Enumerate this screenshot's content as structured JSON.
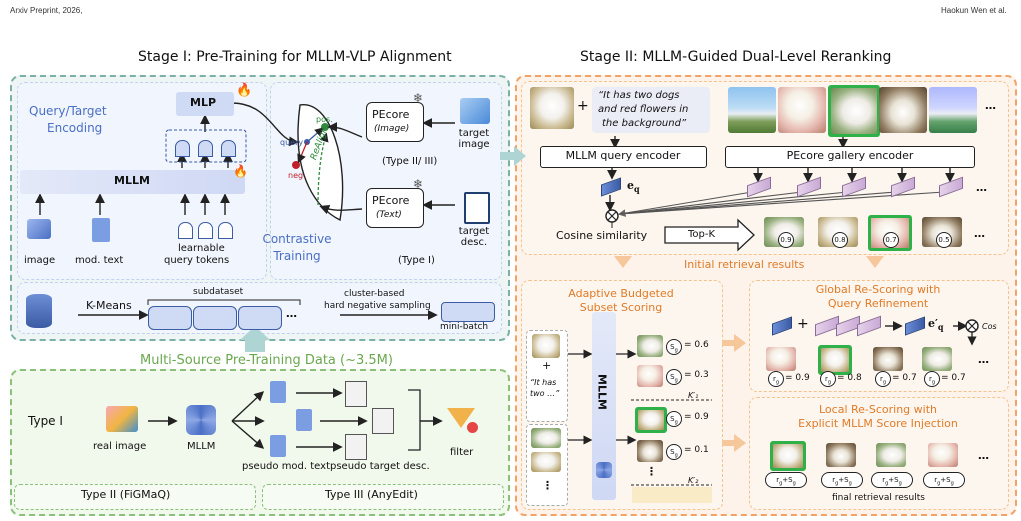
{
  "header": {
    "left": "Arxiv Preprint, 2026,",
    "right": "Haokun Wen et al."
  },
  "stage1": {
    "title": "Stage I: Pre-Training for MLLM-VLP Alignment",
    "encoding_title_line1": "Query/Target",
    "encoding_title_line2": "Encoding",
    "mlp": "MLP",
    "mllm": "MLLM",
    "input_image": "image",
    "input_text": "mod. text",
    "input_tokens_line1": "learnable",
    "input_tokens_line2": "query tokens",
    "query_label": "query",
    "pos_label": "pos.",
    "neg_label": "neg.",
    "realign_label": "ReAlign",
    "pecore_image_line1": "PEcore",
    "pecore_image_line2": "(Image)",
    "pecore_text_line1": "PEcore",
    "pecore_text_line2": "(Text)",
    "target_image_line1": "target",
    "target_image_line2": "image",
    "target_desc_line1": "target",
    "target_desc_line2": "desc.",
    "type23_label": "(Type II/ III)",
    "type1_label": "(Type I)",
    "contrastive_line1": "Contrastive",
    "contrastive_line2": "Training",
    "kmeans": "K-Means",
    "subdataset": "subdataset",
    "ellipsis": "…",
    "sampling_line1": "cluster-based",
    "sampling_line2": "hard negative sampling",
    "minibatch": "mini-batch"
  },
  "data_section": {
    "title": "Multi-Source Pre-Training Data (~3.5M)",
    "type1": "Type I",
    "real_image": "real image",
    "mllm": "MLLM",
    "pseudo_mod_text": "pseudo mod. text",
    "pseudo_target_desc": "pseudo target desc.",
    "filter": "filter",
    "type2": "Type II (FiGMaQ)",
    "type3": "Type III (AnyEdit)"
  },
  "stage2": {
    "title": "Stage II: MLLM-Guided Dual-Level Reranking",
    "query_text_line1": "“It has two dogs",
    "query_text_line2": "and red flowers in",
    "query_text_line3": "the background”",
    "plus": "+",
    "query_encoder": "MLLM query encoder",
    "gallery_encoder": "PEcore gallery encoder",
    "eq": "e",
    "eq_sub": "q",
    "cosine": "Cosine similarity",
    "topk": "Top-K",
    "scores": [
      "0.9",
      "0.8",
      "0.7",
      "0.5"
    ],
    "initial_results": "Initial retrieval results",
    "adaptive_line1": "Adaptive Budgeted",
    "adaptive_line2": "Subset Scoring",
    "small_query_line1": "“It has",
    "small_query_line2": "two …”",
    "mllm_vertical": "MLLM",
    "sg_label": "S",
    "sg_sub": "g",
    "subset_scores": [
      "= 0.6",
      "= 0.3",
      "= 0.9",
      "= 0.1"
    ],
    "k1": "K′₁",
    "k2": "K′₂",
    "global_line1": "Global Re-Scoring with",
    "global_line2": "Query Refinement",
    "eq_prime": "e′",
    "cos": "Cos",
    "global_scores": [
      "= 0.9",
      "= 0.8",
      "= 0.7",
      "= 0.7"
    ],
    "rg_label": "r",
    "rg_sub": "g",
    "local_line1": "Local Re-Scoring with",
    "local_line2": "Explicit MLLM Score Injection",
    "final_results": "final retrieval results"
  }
}
